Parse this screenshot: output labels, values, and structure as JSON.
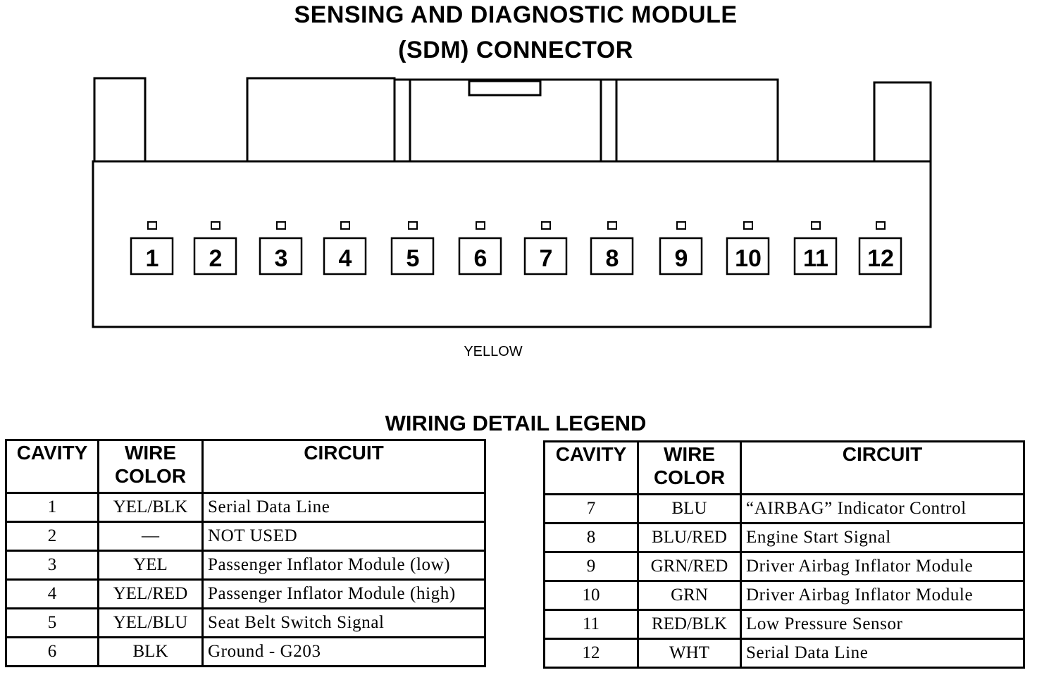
{
  "title_line1": "SENSING AND DIAGNOSTIC MODULE",
  "title_line2": "(SDM) CONNECTOR",
  "connector_color": "YELLOW",
  "cavity_numbers": [
    "1",
    "2",
    "3",
    "4",
    "5",
    "6",
    "7",
    "8",
    "9",
    "10",
    "11",
    "12"
  ],
  "legend_title": "WIRING DETAIL LEGEND",
  "table_headers": {
    "cavity": "CAVITY",
    "wire_color_line1": "WIRE",
    "wire_color_line2": "COLOR",
    "circuit": "CIRCUIT"
  },
  "table_left": [
    {
      "cavity": "1",
      "wire_color": "YEL/BLK",
      "circuit": "Serial Data Line"
    },
    {
      "cavity": "2",
      "wire_color": "—",
      "circuit": "NOT USED"
    },
    {
      "cavity": "3",
      "wire_color": "YEL",
      "circuit": "Passenger Inflator Module (low)"
    },
    {
      "cavity": "4",
      "wire_color": "YEL/RED",
      "circuit": "Passenger Inflator Module (high)"
    },
    {
      "cavity": "5",
      "wire_color": "YEL/BLU",
      "circuit": "Seat Belt Switch Signal"
    },
    {
      "cavity": "6",
      "wire_color": "BLK",
      "circuit": "Ground - G203"
    }
  ],
  "table_right": [
    {
      "cavity": "7",
      "wire_color": "BLU",
      "circuit": "“AIRBAG” Indicator Control"
    },
    {
      "cavity": "8",
      "wire_color": "BLU/RED",
      "circuit": "Engine Start Signal"
    },
    {
      "cavity": "9",
      "wire_color": "GRN/RED",
      "circuit": "Driver Airbag Inflator Module"
    },
    {
      "cavity": "10",
      "wire_color": "GRN",
      "circuit": "Driver Airbag Inflator Module"
    },
    {
      "cavity": "11",
      "wire_color": "RED/BLK",
      "circuit": "Low Pressure Sensor"
    },
    {
      "cavity": "12",
      "wire_color": "WHT",
      "circuit": "Serial Data Line"
    }
  ]
}
